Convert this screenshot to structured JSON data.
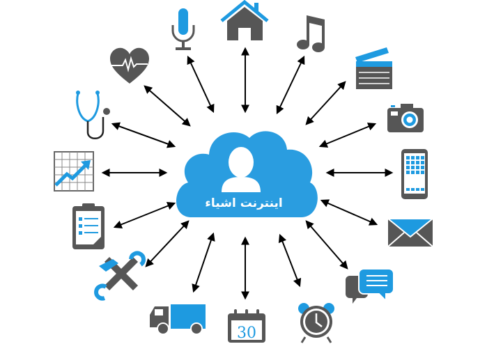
{
  "diagram": {
    "title": "اینترنت اشیاء",
    "center": {
      "label": "اینترنت اشیاء",
      "icon": "user-cloud-icon",
      "color": "#2a9de0"
    },
    "colors": {
      "blue": "#1e9ae0",
      "gray": "#565656",
      "arrow": "#000000",
      "background": "#ffffff"
    },
    "nodes": [
      {
        "id": "microphone",
        "icon": "microphone-icon"
      },
      {
        "id": "home",
        "icon": "home-icon"
      },
      {
        "id": "music",
        "icon": "music-note-icon"
      },
      {
        "id": "clapperboard",
        "icon": "clapperboard-icon"
      },
      {
        "id": "camera",
        "icon": "camera-icon"
      },
      {
        "id": "smartphone",
        "icon": "smartphone-icon"
      },
      {
        "id": "email",
        "icon": "envelope-icon"
      },
      {
        "id": "chat",
        "icon": "chat-bubbles-icon"
      },
      {
        "id": "alarm-clock",
        "icon": "alarm-clock-icon"
      },
      {
        "id": "calendar",
        "icon": "calendar-icon",
        "label": "30"
      },
      {
        "id": "delivery-truck",
        "icon": "truck-icon"
      },
      {
        "id": "tools",
        "icon": "wrench-hammer-icon"
      },
      {
        "id": "clipboard",
        "icon": "clipboard-checklist-icon"
      },
      {
        "id": "growth-chart",
        "icon": "chart-growth-icon"
      },
      {
        "id": "stethoscope",
        "icon": "stethoscope-icon"
      },
      {
        "id": "heart-rate",
        "icon": "heart-pulse-icon"
      }
    ],
    "edges": [
      {
        "from": "center",
        "to": "microphone",
        "type": "bidirectional"
      },
      {
        "from": "center",
        "to": "home",
        "type": "bidirectional"
      },
      {
        "from": "center",
        "to": "music",
        "type": "bidirectional"
      },
      {
        "from": "center",
        "to": "clapperboard",
        "type": "bidirectional"
      },
      {
        "from": "center",
        "to": "camera",
        "type": "bidirectional"
      },
      {
        "from": "center",
        "to": "smartphone",
        "type": "bidirectional"
      },
      {
        "from": "center",
        "to": "email",
        "type": "bidirectional"
      },
      {
        "from": "center",
        "to": "chat",
        "type": "bidirectional"
      },
      {
        "from": "center",
        "to": "alarm-clock",
        "type": "bidirectional"
      },
      {
        "from": "center",
        "to": "calendar",
        "type": "bidirectional"
      },
      {
        "from": "center",
        "to": "delivery-truck",
        "type": "bidirectional"
      },
      {
        "from": "center",
        "to": "tools",
        "type": "bidirectional"
      },
      {
        "from": "center",
        "to": "clipboard",
        "type": "bidirectional"
      },
      {
        "from": "center",
        "to": "growth-chart",
        "type": "bidirectional"
      },
      {
        "from": "center",
        "to": "stethoscope",
        "type": "bidirectional"
      },
      {
        "from": "center",
        "to": "heart-rate",
        "type": "bidirectional"
      }
    ]
  }
}
